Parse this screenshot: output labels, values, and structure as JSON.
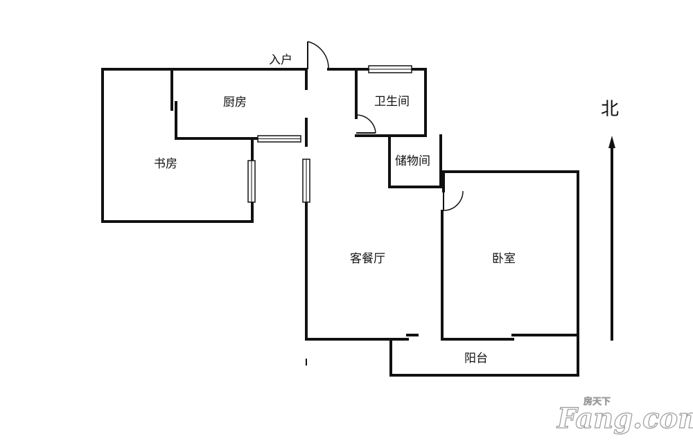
{
  "rooms": {
    "entrance": "入户",
    "kitchen": "厨房",
    "bathroom": "卫生间",
    "study": "书房",
    "storage": "储物间",
    "living_dining": "客餐厅",
    "bedroom": "卧室",
    "balcony": "阳台"
  },
  "compass": {
    "north": "北",
    "direction": "up"
  },
  "watermark": {
    "brand": "Fang.com",
    "brand_cn": "房天下"
  }
}
